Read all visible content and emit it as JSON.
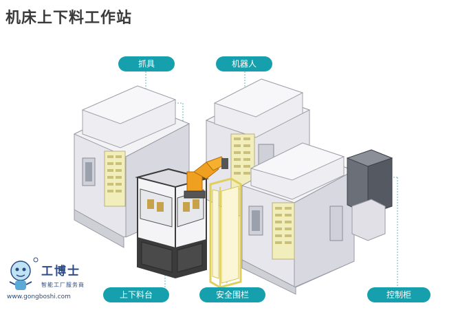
{
  "title": "机床上下料工作站",
  "labels": {
    "gripper": "抓具",
    "robot": "机器人",
    "loading_table": "上下料台",
    "safety_fence": "安全围栏",
    "control_cabinet": "控制柜"
  },
  "logo": {
    "brand": "工博士",
    "slogan": "智能工厂服务商",
    "url": "www.gongboshi.com"
  },
  "colors": {
    "label_bg": "#16a0ad",
    "leader_line": "#5fb6c2",
    "machine_body": "#e4e4ea",
    "panel_yellow": "#f2eebc",
    "robot_orange": "#f0a020",
    "frame_dark": "#3b3b3b",
    "fence_yellow": "#e0cf5a"
  }
}
